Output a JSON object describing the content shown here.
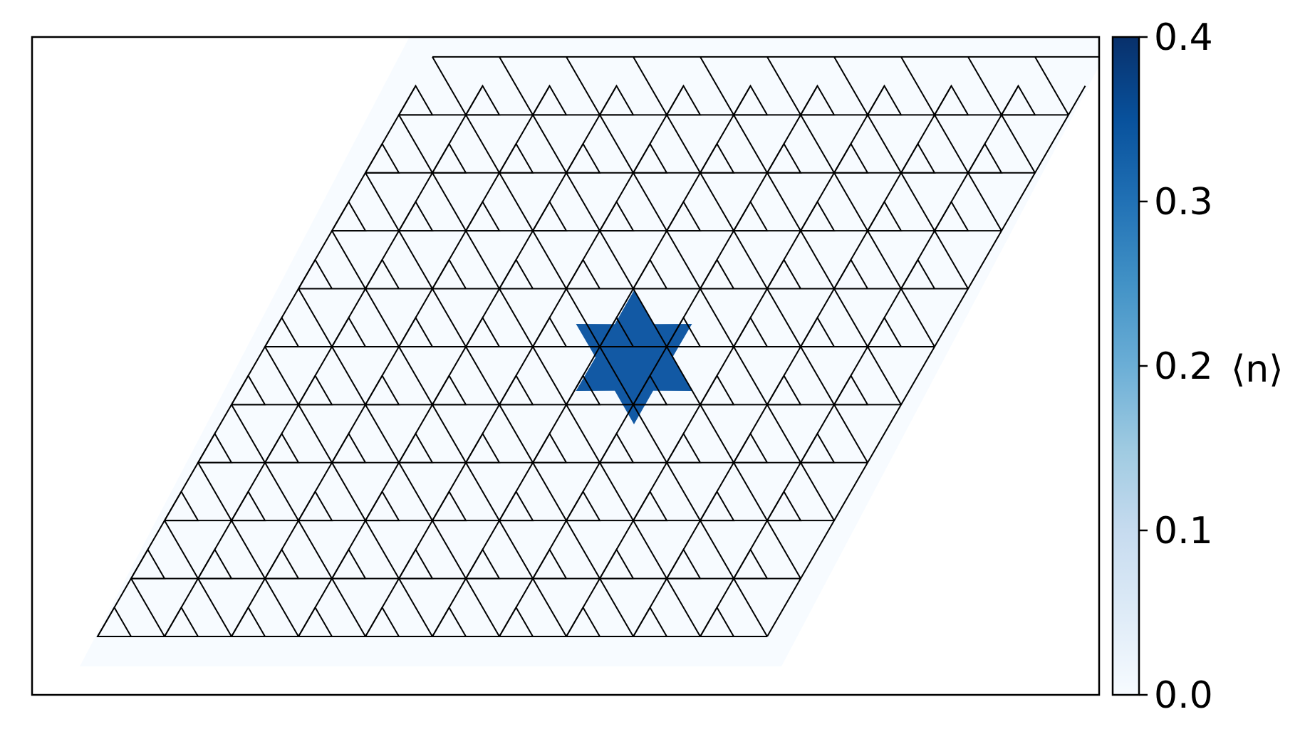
{
  "chart_data": {
    "type": "heatmap",
    "title": "",
    "xlabel": "",
    "ylabel": "",
    "lattice": "kagome",
    "lattice_rows": 10,
    "lattice_cols": 10,
    "cells": [
      {
        "row": 5,
        "col": 5,
        "value": 0.35
      },
      {
        "background_value": 0.0
      }
    ],
    "colormap": "Blues",
    "colors": {
      "low": "#f7fbff",
      "high": "#08306b",
      "lattice_line": "#000000",
      "highlight": "#1259a4"
    },
    "axes_ticks_visible": false,
    "colorbar": {
      "label": "⟨n⟩",
      "min": 0.0,
      "max": 0.4,
      "ticks": [
        "0.0",
        "0.1",
        "0.2",
        "0.3",
        "0.4"
      ],
      "tick_values": [
        0.0,
        0.1,
        0.2,
        0.3,
        0.4
      ],
      "placement": "right"
    }
  }
}
